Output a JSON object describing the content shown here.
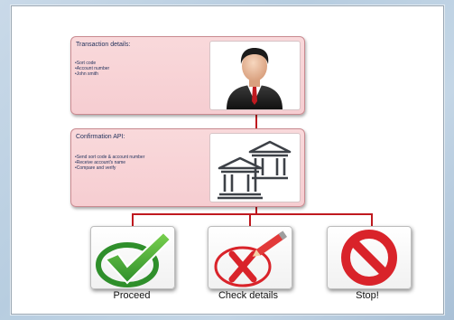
{
  "transaction_card": {
    "title": "Transaction details:",
    "items": [
      "Sort code",
      "Account number",
      "John smith"
    ],
    "icon": "person-icon"
  },
  "confirmation_card": {
    "title": "Confirmation API:",
    "items": [
      "Send sort code & account number",
      "Receive account's name",
      "Compare and verify"
    ],
    "icon": "bank-icon"
  },
  "outcomes": [
    {
      "label": "Proceed",
      "icon": "checkmark-icon",
      "color": "#3aa83a"
    },
    {
      "label": "Check details",
      "icon": "red-cross-pencil-icon",
      "color": "#d9232a"
    },
    {
      "label": "Stop!",
      "icon": "no-entry-icon",
      "color": "#d9232a"
    }
  ],
  "colors": {
    "card_fill": "#f6cdd1",
    "connector": "#c0191f",
    "text": "#1f2f5a"
  }
}
